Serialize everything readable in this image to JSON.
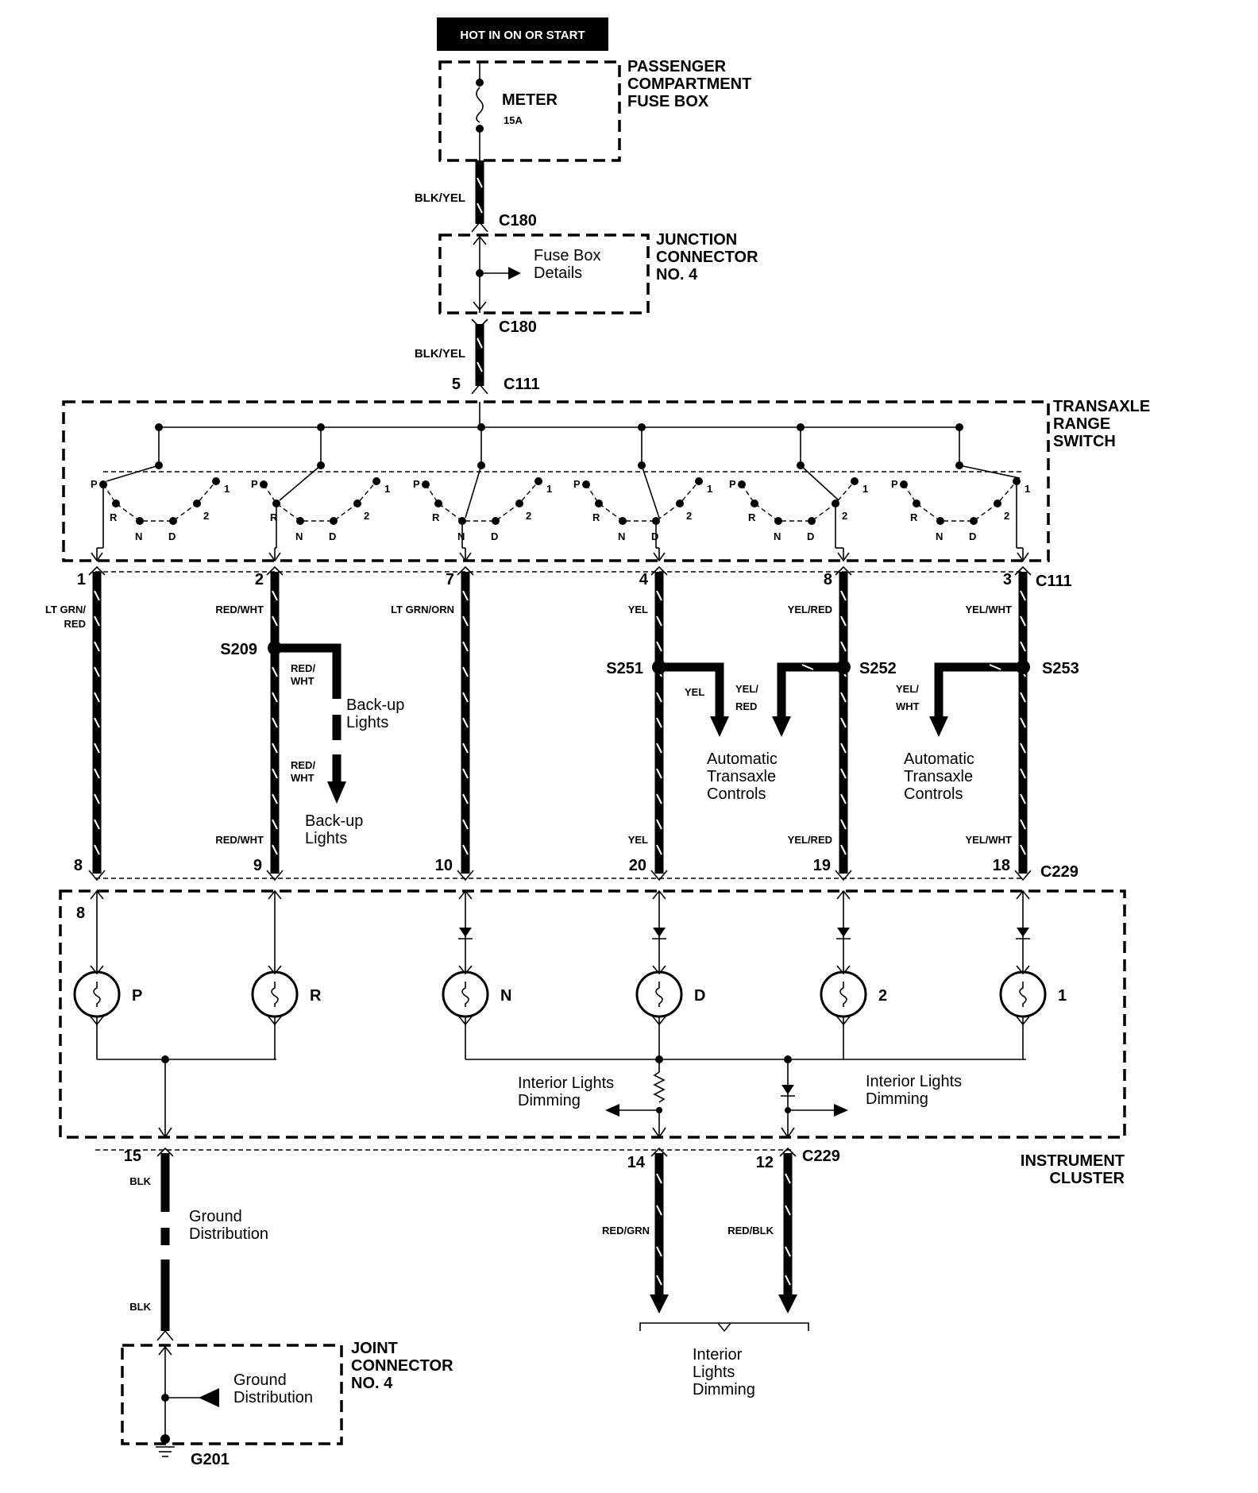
{
  "header": {
    "power_tag": "HOT IN ON OR START"
  },
  "fuse_box": {
    "title": [
      "PASSENGER",
      "COMPARTMENT",
      "FUSE BOX"
    ],
    "fuse_name": "METER",
    "fuse_rating": "15A"
  },
  "feed": {
    "wire_upper": "BLK/YEL",
    "c180_top": "C180",
    "c180_bottom": "C180",
    "wire_lower": "BLK/YEL",
    "c111_pin": "5",
    "c111": "C111"
  },
  "junction": {
    "title": [
      "JUNCTION",
      "CONNECTOR",
      "NO. 4"
    ],
    "detail": [
      "Fuse Box",
      "Details"
    ]
  },
  "switch": {
    "title": [
      "TRANSAXLE",
      "RANGE",
      "SWITCH"
    ],
    "positions": [
      "P",
      "R",
      "N",
      "D",
      "2",
      "1"
    ]
  },
  "c111_label": "C111",
  "c229_label": "C229",
  "circuits": [
    {
      "pin_top": "1",
      "wire": [
        "LT GRN/",
        "RED"
      ],
      "pin_bottom": "8",
      "lamp": "P",
      "cluster_pin": "8"
    },
    {
      "pin_top": "2",
      "wire": [
        "RED/WHT"
      ],
      "wire_bottom": "RED/WHT",
      "pin_bottom": "9",
      "lamp": "R"
    },
    {
      "pin_top": "7",
      "wire": [
        "LT GRN/ORN"
      ],
      "pin_bottom": "10",
      "lamp": "N"
    },
    {
      "pin_top": "4",
      "wire": [
        "YEL"
      ],
      "wire_bottom": "YEL",
      "pin_bottom": "20",
      "lamp": "D"
    },
    {
      "pin_top": "8",
      "wire": [
        "YEL/RED"
      ],
      "wire_bottom": "YEL/RED",
      "pin_bottom": "19",
      "lamp": "2"
    },
    {
      "pin_top": "3",
      "wire": [
        "YEL/WHT"
      ],
      "wire_bottom": "YEL/WHT",
      "pin_bottom": "18",
      "lamp": "1"
    }
  ],
  "splices": {
    "s209": {
      "name": "S209",
      "wire_a": [
        "RED/",
        "WHT"
      ],
      "dest_a": [
        "Back-up",
        "Lights"
      ],
      "wire_b": [
        "RED/",
        "WHT"
      ],
      "dest_b": [
        "Back-up",
        "Lights"
      ]
    },
    "s251": {
      "name": "S251",
      "wire": "YEL"
    },
    "s252": {
      "name": "S252",
      "wire": [
        "YEL/",
        "RED"
      ]
    },
    "s253": {
      "name": "S253",
      "wire": [
        "YEL/",
        "WHT"
      ]
    },
    "atc_1": [
      "Automatic",
      "Transaxle",
      "Controls"
    ],
    "atc_2": [
      "Automatic",
      "Transaxle",
      "Controls"
    ]
  },
  "cluster": {
    "title": [
      "INSTRUMENT",
      "CLUSTER"
    ],
    "dimming_left": [
      "Interior Lights",
      "Dimming"
    ],
    "dimming_right": [
      "Interior Lights",
      "Dimming"
    ]
  },
  "ground": {
    "pin": "15",
    "wire_upper": "BLK",
    "detail": [
      "Ground",
      "Distribution"
    ],
    "wire_lower": "BLK",
    "joint_title": [
      "JOINT",
      "CONNECTOR",
      "NO. 4"
    ],
    "joint_detail": [
      "Ground",
      "Distribution"
    ],
    "ground_point": "G201"
  },
  "dimming_out": {
    "pin_a": "14",
    "wire_a": "RED/GRN",
    "pin_b": "12",
    "wire_b": "RED/BLK",
    "c229": "C229",
    "dest": [
      "Interior",
      "Lights",
      "Dimming"
    ]
  }
}
